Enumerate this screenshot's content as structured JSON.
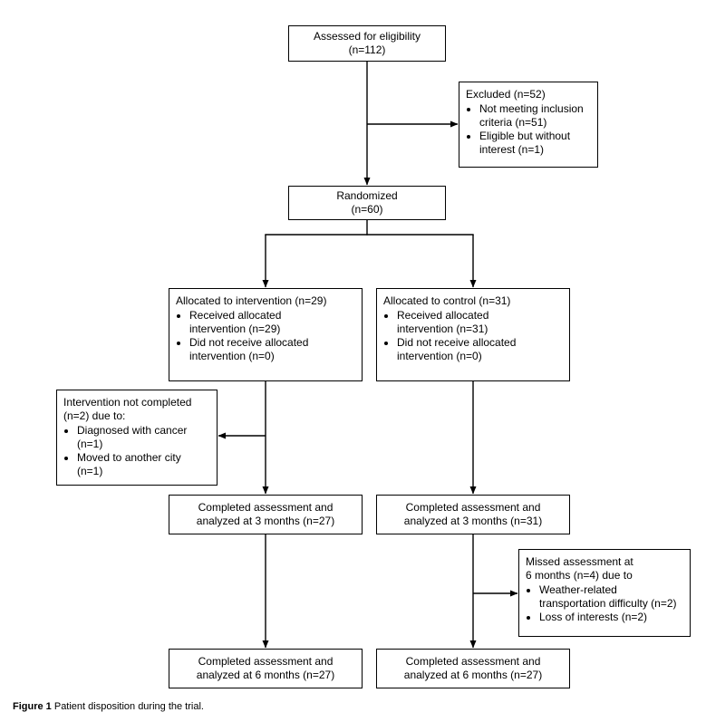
{
  "colors": {
    "background": "#ffffff",
    "box_border": "#000000",
    "connector": "#000000",
    "text": "#000000"
  },
  "caption": {
    "label": "Figure 1",
    "text": " Patient disposition during the trial."
  },
  "boxes": {
    "assessed": {
      "text": "Assessed for eligibility\n(n=112)"
    },
    "excluded": {
      "title": "Excluded (n=52)",
      "bullets": [
        "Not meeting inclusion\ncriteria (n=51)",
        "Eligible but without\ninterest (n=1)"
      ]
    },
    "randomized": {
      "text": "Randomized\n(n=60)"
    },
    "allocated_intervention": {
      "title": "Allocated to intervention (n=29)",
      "bullets": [
        "Received allocated\nintervention (n=29)",
        "Did not receive allocated\nintervention (n=0)"
      ]
    },
    "allocated_control": {
      "title": "Allocated to control (n=31)",
      "bullets": [
        "Received allocated\nintervention (n=31)",
        "Did not receive allocated\nintervention (n=0)"
      ]
    },
    "intervention_not_completed": {
      "title": "Intervention not completed\n(n=2) due to:",
      "bullets": [
        "Diagnosed with cancer\n(n=1)",
        "Moved to another city\n(n=1)"
      ]
    },
    "completed_3mo_intervention": {
      "text": "Completed assessment and\nanalyzed at 3 months (n=27)"
    },
    "completed_3mo_control": {
      "text": "Completed assessment and\nanalyzed at 3 months (n=31)"
    },
    "missed_6mo": {
      "title": "Missed assessment at\n6 months (n=4) due to",
      "bullets": [
        "Weather-related\ntransportation difficulty (n=2)",
        "Loss of interests (n=2)"
      ]
    },
    "completed_6mo_intervention": {
      "text": "Completed assessment and\nanalyzed at 6 months (n=27)"
    },
    "completed_6mo_control": {
      "text": "Completed assessment and\nanalyzed at 6 months (n=27)"
    }
  }
}
